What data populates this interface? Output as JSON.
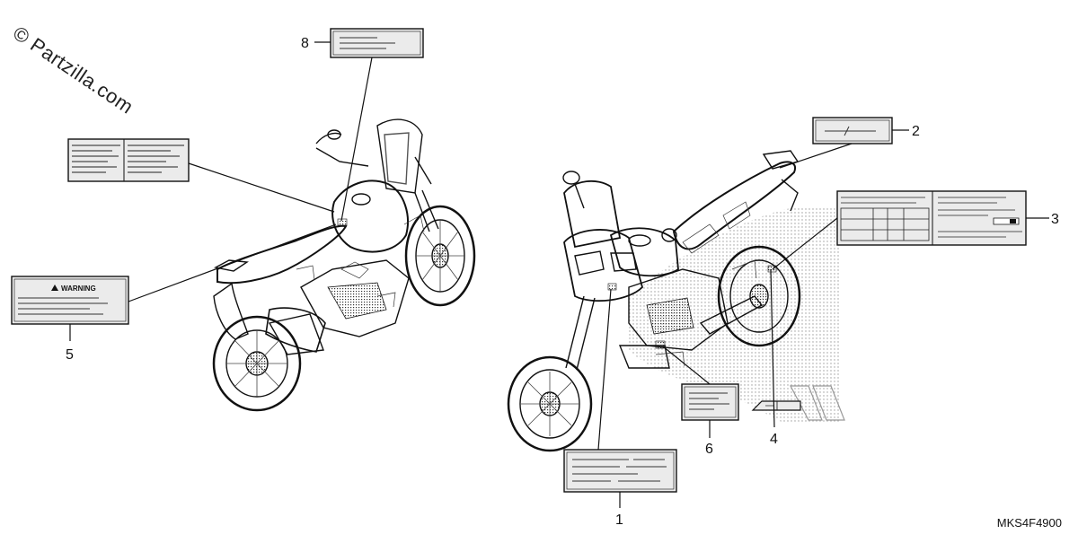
{
  "watermark": "© Partzilla.com",
  "diagram_code": "MKS4F4900",
  "callouts": {
    "c1": "1",
    "c2": "2",
    "c3": "3",
    "c4": "4",
    "c5": "5",
    "c6": "6",
    "c8": "8"
  },
  "labels": {
    "warning": "WARNING"
  }
}
